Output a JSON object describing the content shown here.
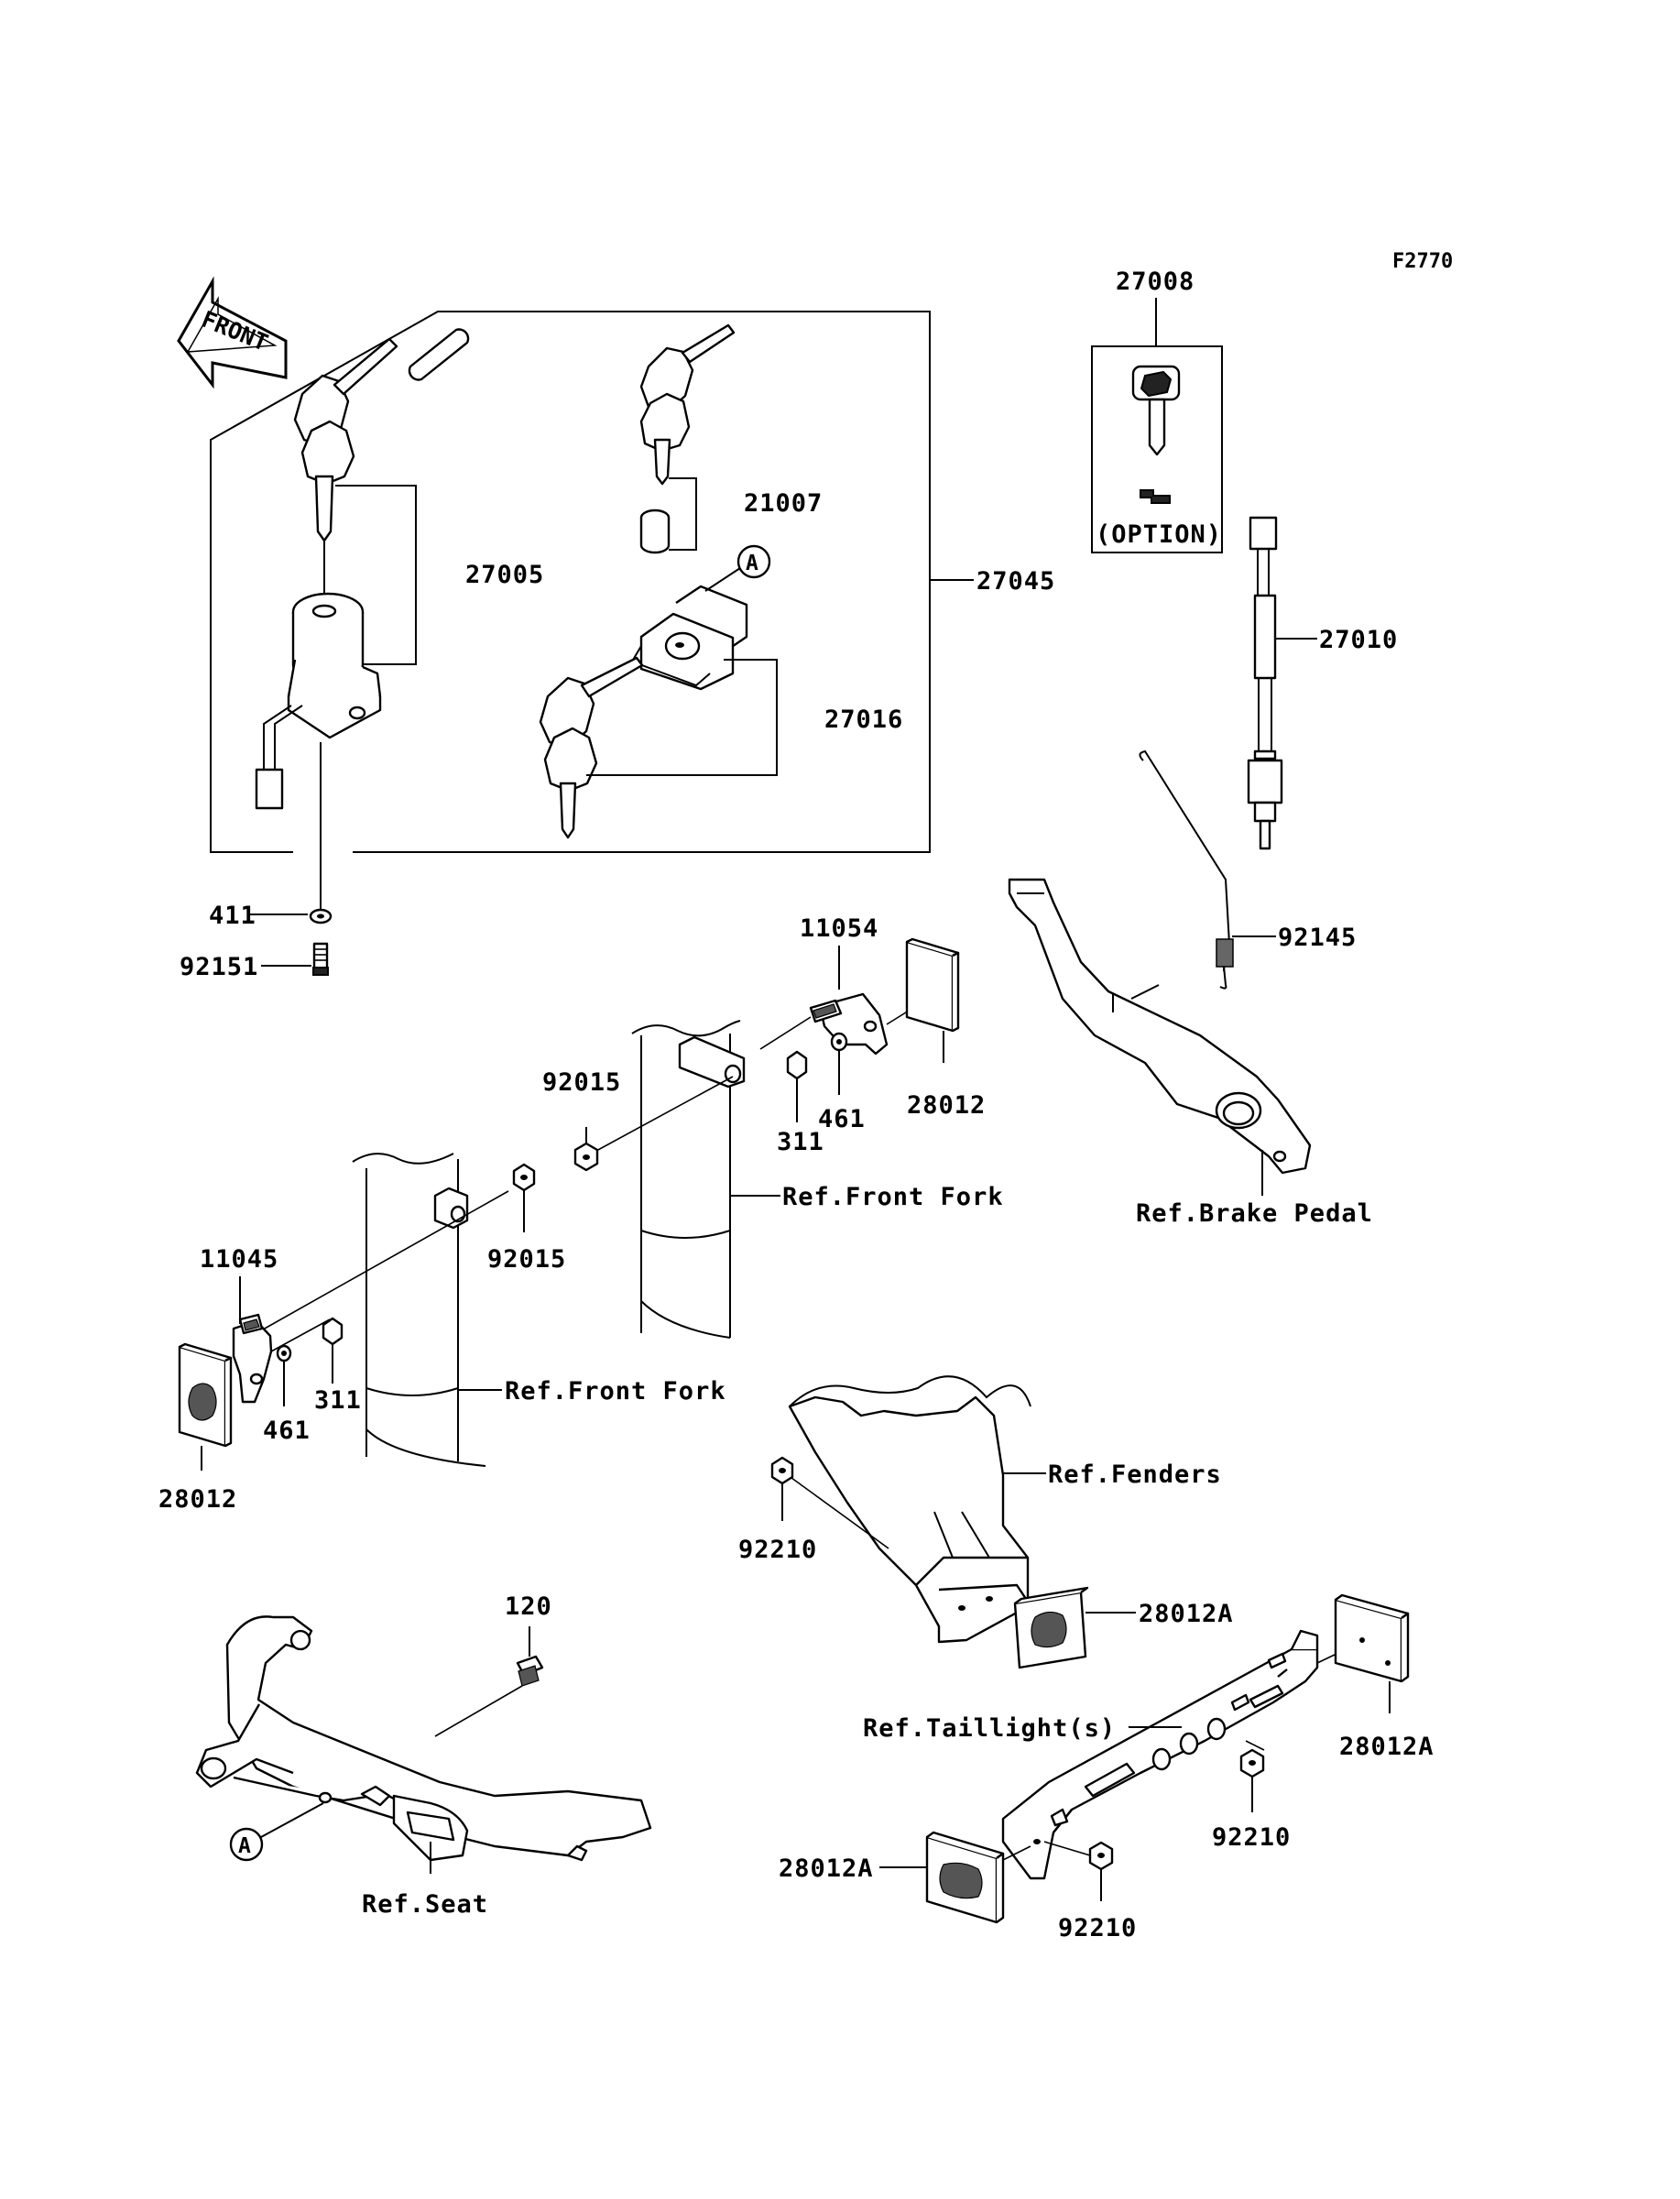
{
  "diagram_code": "F2770",
  "front_arrow": "FRONT",
  "option_label": "(OPTION)",
  "callout_a": "A",
  "parts": {
    "p27008": "27008",
    "p21007": "21007",
    "p27005": "27005",
    "p27045": "27045",
    "p27010": "27010",
    "p27016": "27016",
    "p411": "411",
    "p92151": "92151",
    "p11054": "11054",
    "p92145": "92145",
    "p92015a": "92015",
    "p461a": "461",
    "p28012a": "28012",
    "p311a": "311",
    "p11045": "11045",
    "p92015b": "92015",
    "p311b": "311",
    "p461b": "461",
    "p28012b": "28012",
    "p92210a": "92210",
    "p120": "120",
    "p28012A_a": "28012A",
    "p28012A_b": "28012A",
    "p92210b": "92210",
    "p28012A_c": "28012A",
    "p92210c": "92210"
  },
  "refs": {
    "front_fork_1": "Ref.Front Fork",
    "brake_pedal": "Ref.Brake Pedal",
    "front_fork_2": "Ref.Front Fork",
    "fenders": "Ref.Fenders",
    "taillights": "Ref.Taillight(s)",
    "seat": "Ref.Seat"
  }
}
